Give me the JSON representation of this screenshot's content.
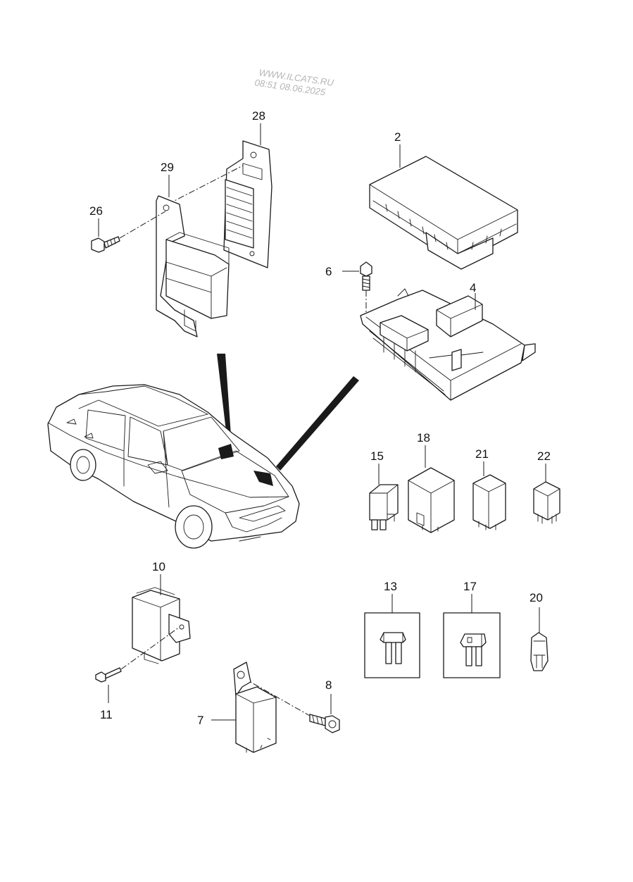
{
  "watermark": {
    "site": "WWW.ILCATS.RU",
    "timestamp": "08:51 08.06.2025"
  },
  "callouts": {
    "c28": "28",
    "c29": "29",
    "c26": "26",
    "c2": "2",
    "c6": "6",
    "c4": "4",
    "c15": "15",
    "c18": "18",
    "c21": "21",
    "c22": "22",
    "c10": "10",
    "c11": "11",
    "c13": "13",
    "c17": "17",
    "c20": "20",
    "c8": "8",
    "c7": "7"
  }
}
